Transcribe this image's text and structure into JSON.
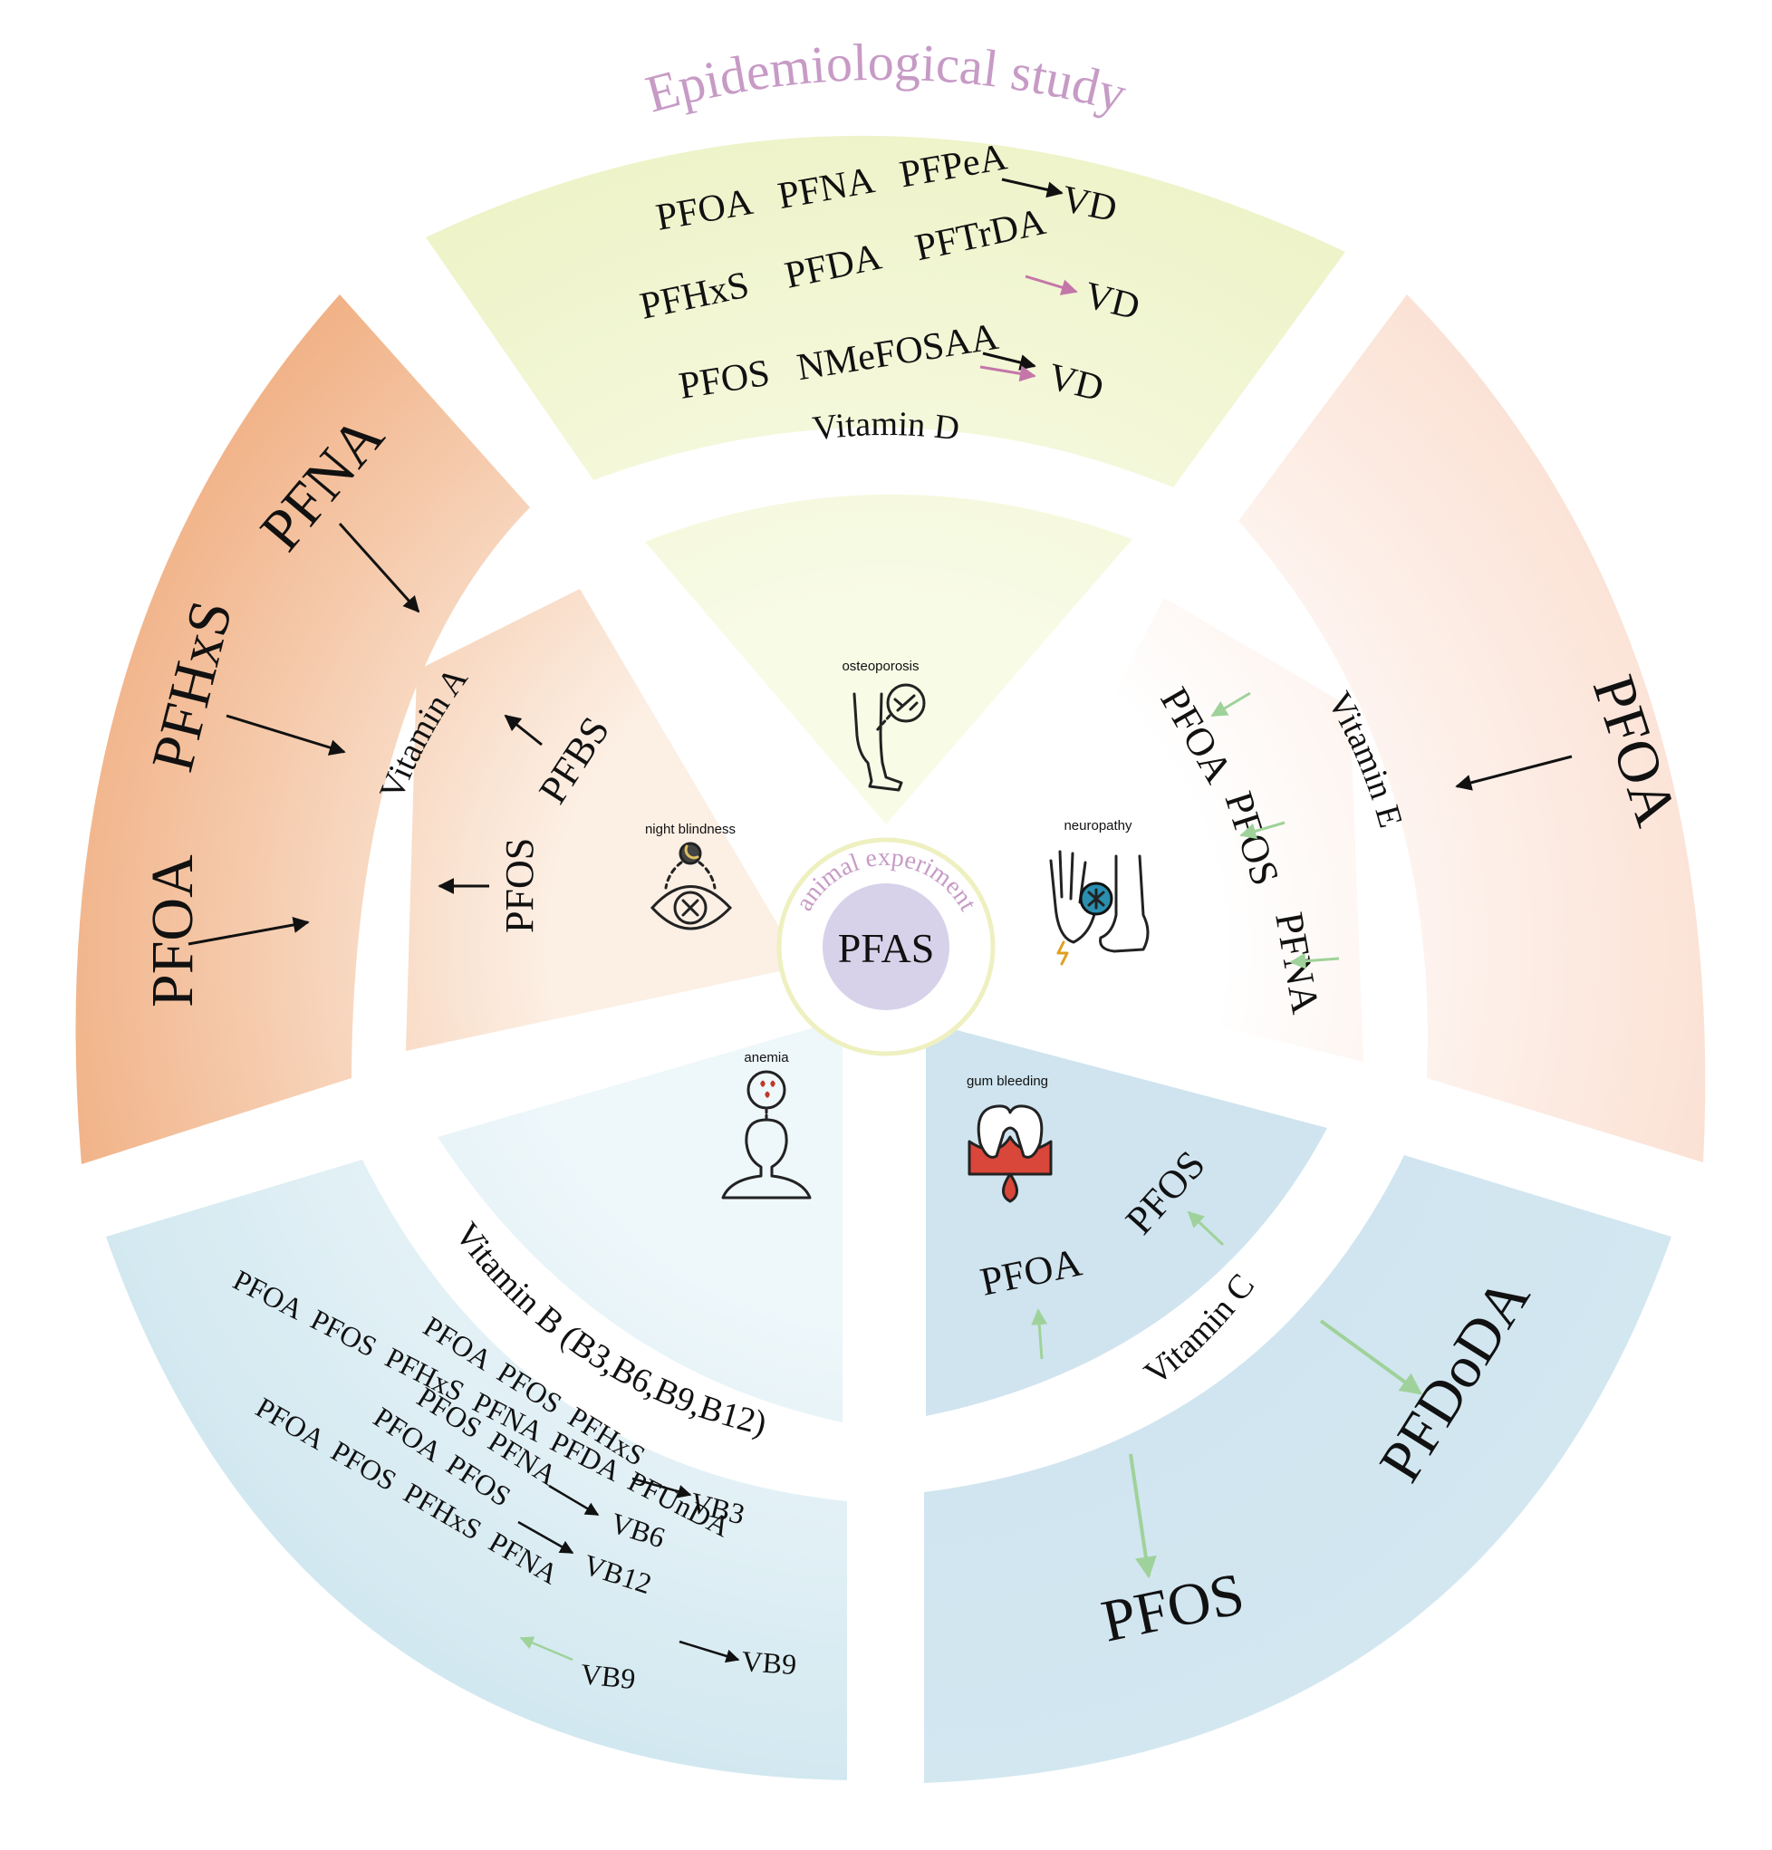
{
  "center": {
    "label": "PFAS",
    "ring_text": "animal experiment"
  },
  "outer_title": "Epidemiological study",
  "colors": {
    "vitamin_a": "#f1b287",
    "vitamin_d": "#eef3c8",
    "vitamin_e": "#fbe1d4",
    "vitamin_b": "#d2e8f0",
    "vitamin_c": "#cfe4ef",
    "center": "#d7d1ea",
    "title": "#c79bc6",
    "green_arrow": "#9fd29a",
    "pink_arrow": "#c476a9"
  },
  "vitamins": {
    "A": "Vitamin A",
    "D": "Vitamin D",
    "E": "Vitamin E",
    "B": "Vitamin B (B3,B6,B9,B12)",
    "C": "Vitamin C"
  },
  "symptoms": {
    "osteoporosis": "osteoporosis",
    "night_blindness": "night blindness",
    "neuropathy": "neuropathy",
    "anemia": "anemia",
    "gum_bleeding": "gum bleeding"
  },
  "animal": {
    "A": [
      "PFOS",
      "PFBS"
    ],
    "E": [
      "PFOA",
      "PFOS",
      "PFNA"
    ],
    "C": [
      "PFOA",
      "PFOS"
    ]
  },
  "epi": {
    "A": [
      "PFOA",
      "PFHxS",
      "PFNA"
    ],
    "E": [
      "PFOA"
    ],
    "C": [
      "PFOS",
      "PFDoDA"
    ],
    "D": {
      "r1": "PFOA   PFNA   PFPeA",
      "r2": "PFHxS    PFDA    PFTrDA",
      "r3": "PFOS   NMeFOSAA",
      "target": "VD"
    },
    "B": {
      "r1": "PFOA  PFOS  PFHxS",
      "r1t": "VB3",
      "r2": "PFOS  PFNA",
      "r2t": "VB6",
      "r3": "PFOA  PFOS",
      "r3t": "VB12",
      "r4": "PFOA  PFOS  PFHxS  PFNA  PFDA  PFUnDA",
      "r4t": "VB9",
      "r5": "PFOA  PFOS  PFHxS  PFNA",
      "r5t": "VB9"
    }
  }
}
